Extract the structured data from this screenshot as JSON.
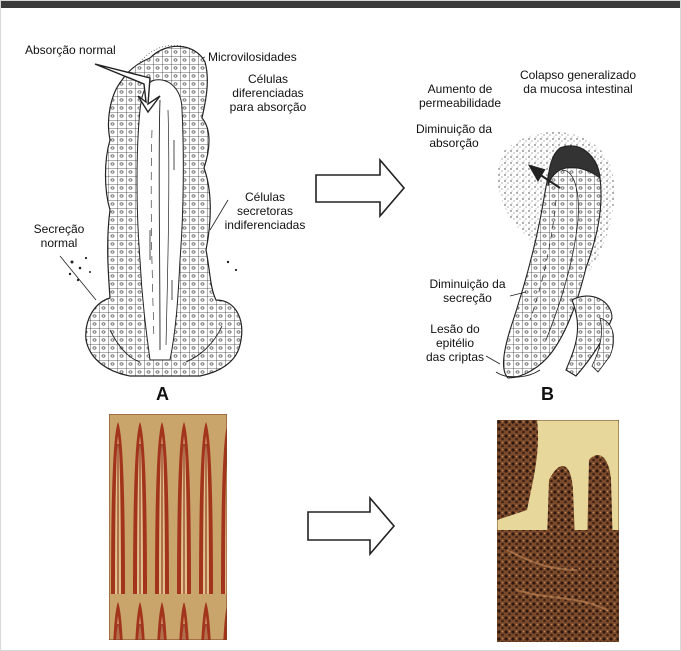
{
  "diagram_a": {
    "letter": "A",
    "labels": {
      "absorcao_normal": "Absorção normal",
      "microvilosidades": "Microvilosidades",
      "celulas_diferenciadas_1": "Células",
      "celulas_diferenciadas_2": "diferenciadas",
      "celulas_diferenciadas_3": "para absorção",
      "secrecao_normal_1": "Secreção",
      "secrecao_normal_2": "normal",
      "celulas_secretoras_1": "Células",
      "celulas_secretoras_2": "secretoras",
      "celulas_secretoras_3": "indiferenciadas"
    }
  },
  "diagram_b": {
    "letter": "B",
    "labels": {
      "aumento_1": "Aumento de",
      "aumento_2": "permeabilidade",
      "colapso_1": "Colapso generalizado",
      "colapso_2": "da mucosa intestinal",
      "diminuicao_absorcao_1": "Diminuição da",
      "diminuicao_absorcao_2": "absorção",
      "diminuicao_secrecao_1": "Diminuição da",
      "diminuicao_secrecao_2": "secreção",
      "lesao_1": "Lesão do",
      "lesao_2": "epitélio",
      "lesao_3": "das criptas"
    }
  },
  "colors": {
    "ink": "#222222",
    "normal_tissue_bg": "#c9a56c",
    "normal_tissue_villi": "#9a2b17",
    "damaged_tissue_bg": "#e8d79a",
    "damaged_tissue_dark": "#3b1f14"
  }
}
